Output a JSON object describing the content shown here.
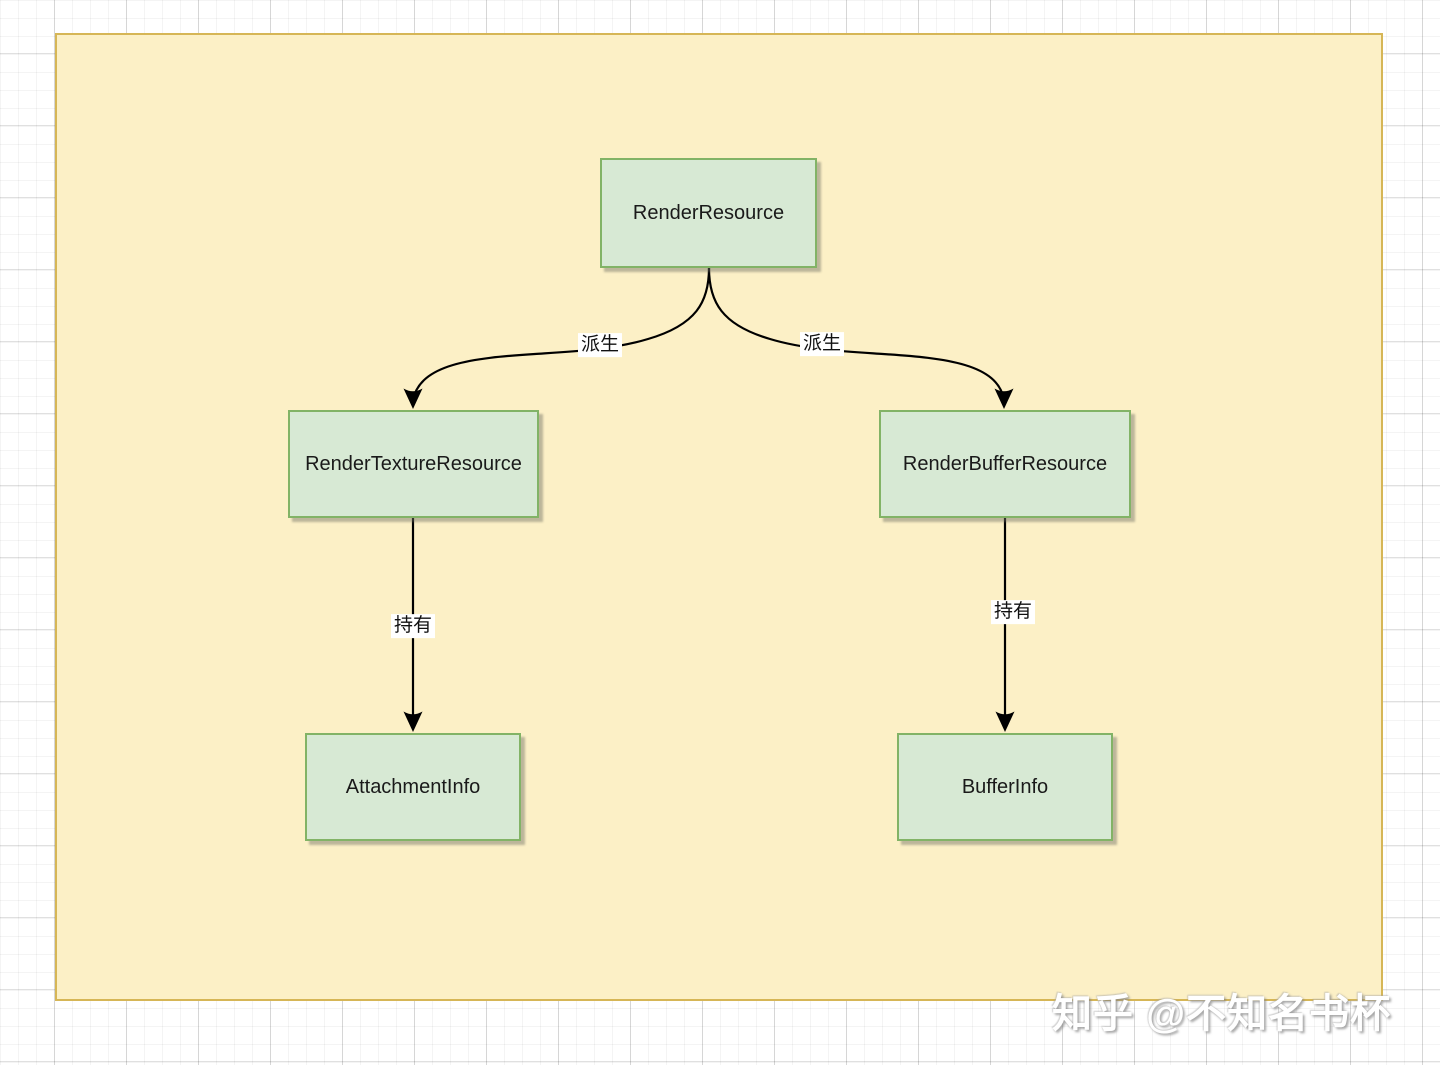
{
  "diagram": {
    "nodes": [
      {
        "id": "render-resource",
        "label": "RenderResource"
      },
      {
        "id": "render-texture-resource",
        "label": "RenderTextureResource"
      },
      {
        "id": "render-buffer-resource",
        "label": "RenderBufferResource"
      },
      {
        "id": "attachment-info",
        "label": "AttachmentInfo"
      },
      {
        "id": "buffer-info",
        "label": "BufferInfo"
      }
    ],
    "edges": [
      {
        "from": "RenderResource",
        "to": "RenderTextureResource",
        "label": "派生"
      },
      {
        "from": "RenderResource",
        "to": "RenderBufferResource",
        "label": "派生"
      },
      {
        "from": "RenderTextureResource",
        "to": "AttachmentInfo",
        "label": "持有"
      },
      {
        "from": "RenderBufferResource",
        "to": "BufferInfo",
        "label": "持有"
      }
    ],
    "colors": {
      "node_fill": "#d7e9d4",
      "node_border": "#82b366",
      "panel_fill": "#fcf0c6",
      "panel_border": "#d6b656",
      "connector": "#000000"
    }
  },
  "watermark": {
    "text": "知乎 @不知名书杯"
  }
}
